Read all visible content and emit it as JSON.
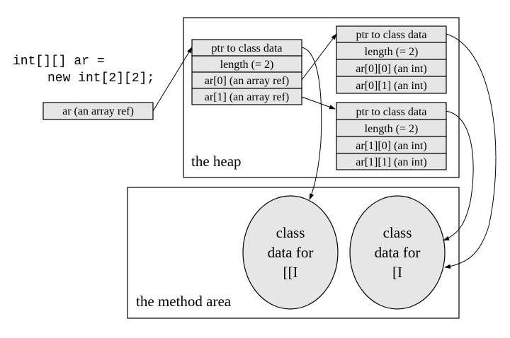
{
  "code": {
    "line1": "int[][] ar =",
    "line2": "new int[2][2];"
  },
  "variable": {
    "label": "ar (an array ref)"
  },
  "heap": {
    "label": "the heap",
    "outer_array": [
      "ptr to class data",
      "length (= 2)",
      "ar[0] (an array ref)",
      "ar[1] (an array ref)"
    ],
    "inner_array_0": [
      "ptr to class data",
      "length (= 2)",
      "ar[0][0] (an int)",
      "ar[0][1] (an int)"
    ],
    "inner_array_1": [
      "ptr to class data",
      "length (= 2)",
      "ar[1][0] (an int)",
      "ar[1][1] (an int)"
    ]
  },
  "method_area": {
    "label": "the method area",
    "class_2d": [
      "class",
      "data for",
      "[[I"
    ],
    "class_1d": [
      "class",
      "data for",
      "[I"
    ]
  }
}
